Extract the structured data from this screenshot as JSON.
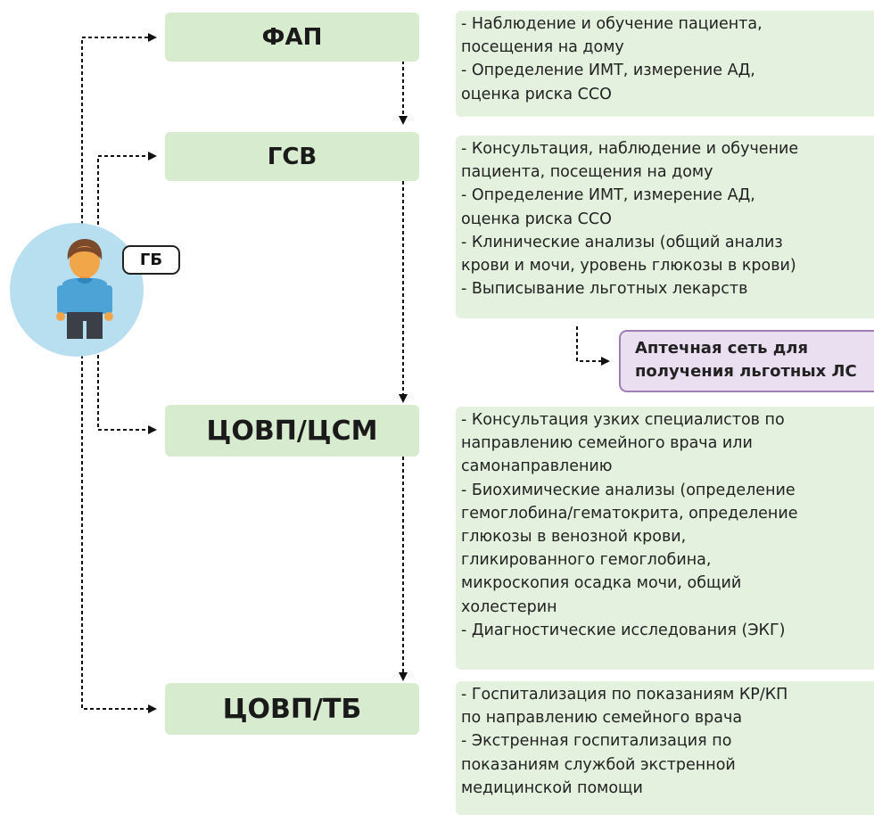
{
  "patient": {
    "badge": "ГБ",
    "icon": "person-icon"
  },
  "levels": [
    {
      "id": "fap",
      "label": "ФАП",
      "description": [
        "- Наблюдение и обучение пациента,",
        "посещения на дому",
        "- Определение ИМТ, измерение АД,",
        "оценка риска  ССО"
      ]
    },
    {
      "id": "gsv",
      "label": "ГСВ",
      "description": [
        "- Консультация, наблюдение и обучение",
        "пациента, посещения на дому",
        "- Определение ИМТ, измерение АД,",
        "оценка риска ССО",
        "- Клинические анализы (общий анализ",
        "крови и мочи, уровень глюкозы в крови)",
        "- Выписывание льготных лекарств"
      ]
    },
    {
      "id": "tsovp-tsm",
      "label": "ЦОВП/ЦСМ",
      "description": [
        "- Консультация узких специалистов по",
        "направлению семейного врача или",
        "самонаправлению",
        "- Биохимические анализы (определение",
        "гемоглобина/гематокрита, определение",
        "глюкозы в венозной крови,",
        "гликированного гемоглобина,",
        "микроскопия осадка мочи, общий",
        "холестерин",
        "- Диагностические исследования (ЭКГ)"
      ]
    },
    {
      "id": "tsovp-tb",
      "label": "ЦОВП/ТБ",
      "description": [
        "- Госпитализация по показаниям КР/КП",
        "по направлению семейного врача",
        "- Экстренная госпитализация по",
        "показаниям службой экстренной",
        "медицинской помощи"
      ]
    }
  ],
  "pharmacy": {
    "lines": [
      "Аптечная сеть для",
      "получения льготных ЛС"
    ]
  },
  "colors": {
    "level_box": "#d7ebcf",
    "description_box": "#e4f1de",
    "pharmacy_fill": "#eadff0",
    "pharmacy_border": "#9d7fb5",
    "patient_circle": "#b8dff0",
    "connector": "#111111"
  }
}
